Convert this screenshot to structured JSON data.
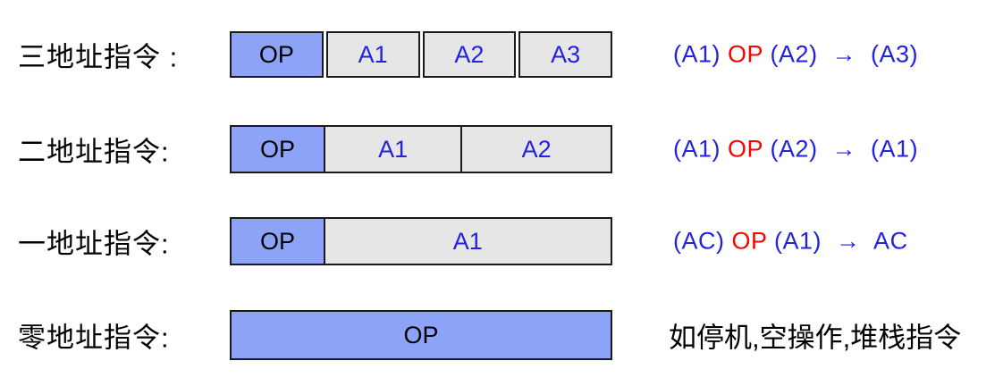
{
  "colors": {
    "op_box_fill": "#8da3f7",
    "addr_box_fill": "#e6e6e6",
    "box_border": "#1a1a1a",
    "formula_blue": "#2222e0",
    "formula_red": "#ff0000",
    "label_black": "#000000",
    "background": "#ffffff"
  },
  "rows": [
    {
      "label": "三地址指令 :",
      "cells": {
        "c0": "OP",
        "c1": "A1",
        "c2": "A2",
        "c3": "A3"
      },
      "formula": {
        "pre": "(A1) ",
        "op": "OP",
        "post": " (A2)  →  (A3)"
      }
    },
    {
      "label": "二地址指令:",
      "cells": {
        "c0": "OP",
        "c1": "A1",
        "c2": "A2"
      },
      "formula": {
        "pre": "(A1) ",
        "op": "OP",
        "post": " (A2)  →  (A1)"
      }
    },
    {
      "label": "一地址指令:",
      "cells": {
        "c0": "OP",
        "c1": "A1"
      },
      "formula": {
        "pre": "(AC) ",
        "op": "OP",
        "post": " (A1)  →  AC"
      }
    },
    {
      "label": "零地址指令:",
      "cells": {
        "c0": "OP"
      },
      "note": "如停机,空操作,堆栈指令"
    }
  ]
}
